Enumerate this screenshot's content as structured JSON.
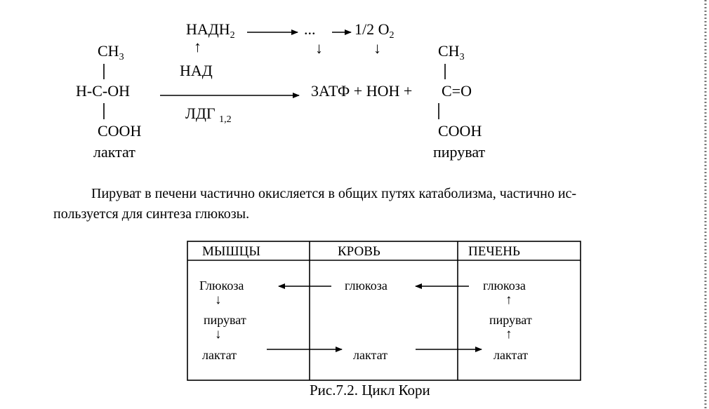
{
  "reaction": {
    "nadh2": "НАДН",
    "nadh2_sub": "2",
    "dots": "...",
    "o2_text": "1/2 O",
    "o2_sub": "2",
    "up_arrow_glyph": "↑",
    "down_arrow_glyph": "↓",
    "nad": "НАД",
    "ldg": "ЛДГ",
    "ldg_sub": "1,2",
    "products": "3АТФ + НОН +",
    "lactate_ch3": "CH",
    "lactate_ch3_sub": "3",
    "lactate_center": "H-C-OH",
    "lactate_cooh": "COOH",
    "lactate_name": "лактат",
    "pyruvate_ch3": "CH",
    "pyruvate_ch3_sub": "3",
    "pyruvate_center": "C=O",
    "pyruvate_cooh": "COOH",
    "pyruvate_name": "пируват"
  },
  "paragraph": {
    "line1": "Пируват в печени частично окисляется в общих путях катаболизма, частично ис-",
    "line2": "пользуется для синтеза глюкозы."
  },
  "cori_table": {
    "headers": [
      "МЫШЦЫ",
      "КРОВЬ",
      "ПЕЧЕНЬ"
    ],
    "muscle": [
      "Глюкоза",
      "пируват",
      "лактат"
    ],
    "blood": [
      "глюкоза",
      "лактат"
    ],
    "liver": [
      "глюкоза",
      "пируват",
      "лактат"
    ]
  },
  "caption": "Рис.7.2. Цикл Кори"
}
